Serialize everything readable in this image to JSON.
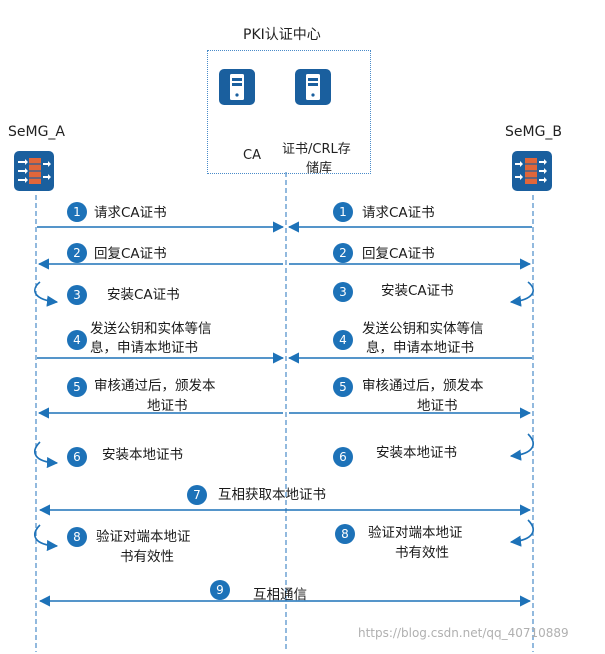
{
  "pki": {
    "title": "PKI认证中心",
    "ca_label": "CA",
    "crl_label_line1": "证书/CRL存",
    "crl_label_line2": "储库"
  },
  "left": {
    "name": "SeMG_A"
  },
  "right": {
    "name": "SeMG_B"
  },
  "steps": {
    "s1_left": "请求CA证书",
    "s1_right": "请求CA证书",
    "s2_left": "回复CA证书",
    "s2_right": "回复CA证书",
    "s3_left": "安装CA证书",
    "s3_right": "安装CA证书",
    "s4_left_line1": "发送公钥和实体等信",
    "s4_left_line2": "息，申请本地证书",
    "s4_right_line1": "发送公钥和实体等信",
    "s4_right_line2": "息，申请本地证书",
    "s5_left_line1": "审核通过后，颁发本",
    "s5_left_line2": "地证书",
    "s5_right_line1": "审核通过后，颁发本",
    "s5_right_line2": "地证书",
    "s6_left": "安装本地证书",
    "s6_right": "安装本地证书",
    "s7": "互相获取本地证书",
    "s8_left_line1": "验证对端本地证",
    "s8_left_line2": "书有效性",
    "s8_right_line1": "验证对端本地证",
    "s8_right_line2": "书有效性",
    "s9": "互相通信"
  },
  "numbers": [
    "1",
    "2",
    "3",
    "4",
    "5",
    "6",
    "7",
    "8",
    "9"
  ],
  "watermark": "https://blog.csdn.net/qq_40710889",
  "colors": {
    "accent": "#1d72b8",
    "device": "#1a5f9e",
    "firewall": "#e0663a"
  }
}
